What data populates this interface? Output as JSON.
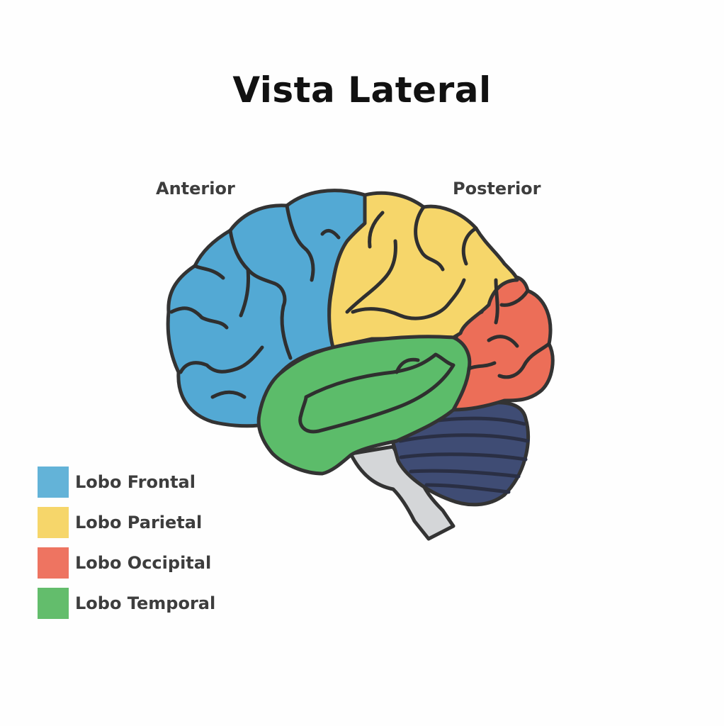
{
  "title": "Vista Lateral",
  "directions": {
    "anterior": "Anterior",
    "posterior": "Posterior"
  },
  "colors": {
    "frontal": "#53a9d4",
    "parietal": "#f6d66a",
    "occipital": "#ec6e58",
    "temporal": "#5cbc6a",
    "cerebellum": "#3f4c74",
    "brainstem": "#d4d6d8",
    "outline": "#333333"
  },
  "legend": [
    {
      "label": "Lobo Frontal",
      "color": "#63b3d8"
    },
    {
      "label": "Lobo Parietal",
      "color": "#f6d66a"
    },
    {
      "label": "Lobo Occipital",
      "color": "#ee7461"
    },
    {
      "label": "Lobo Temporal",
      "color": "#63bd6c"
    }
  ]
}
